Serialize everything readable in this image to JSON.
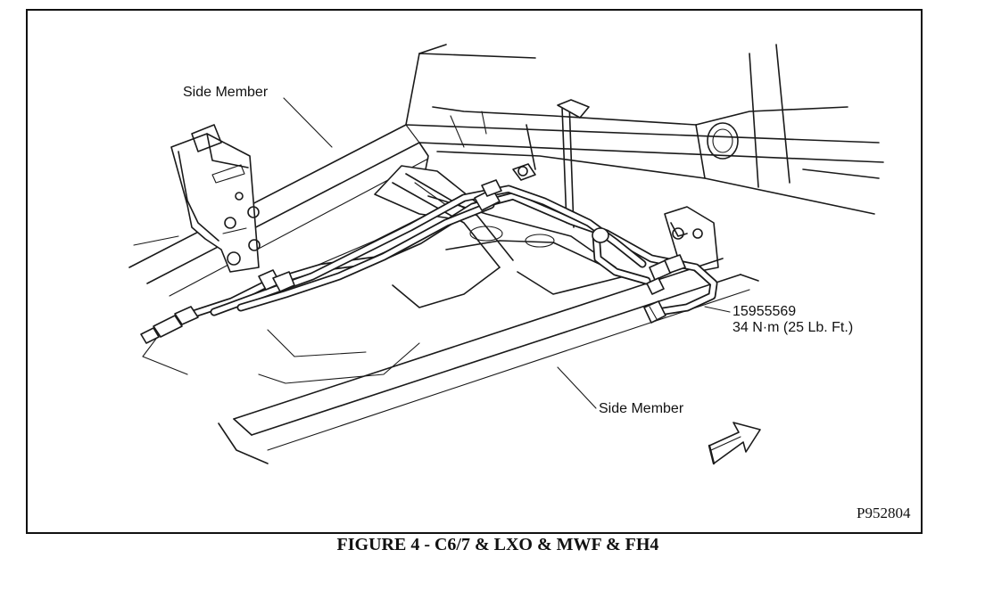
{
  "figure": {
    "caption": "FIGURE 4 - C6/7 & LXO & MWF & FH4",
    "code": "P952804"
  },
  "callouts": {
    "side_member_top": "Side Member",
    "side_member_bottom": "Side Member",
    "part_number": "15955569",
    "torque": "34 N·m (25 Lb. Ft.)"
  },
  "icons": {
    "direction_arrow": "arrow-right-icon"
  }
}
